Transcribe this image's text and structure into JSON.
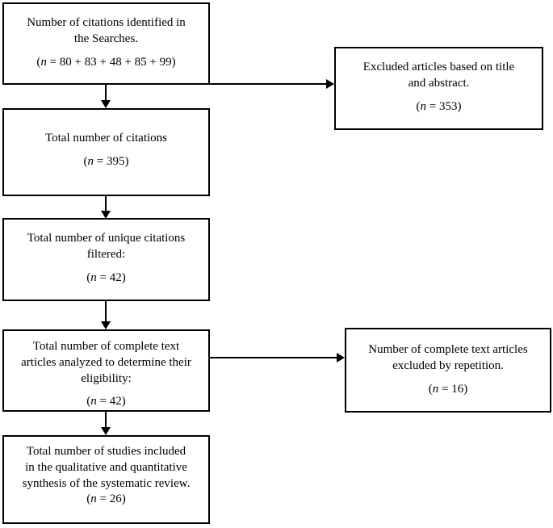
{
  "diagram": {
    "title": "PRISMA study selection flow diagram",
    "type": "flowchart",
    "stroke_color": "#000000",
    "background_color": "#ffffff",
    "boxes": [
      {
        "id": "identified",
        "lines": [
          "Number of citations identified in",
          "the Searches."
        ],
        "count_prefix": "(",
        "count_italic": "n",
        "count_value": " = 80 + 83 + 48 + 85 + 99)"
      },
      {
        "id": "excluded-title-abstract",
        "lines": [
          "Excluded articles based on title",
          "and abstract."
        ],
        "count_prefix": "(",
        "count_italic": "n",
        "count_value": " = 353)"
      },
      {
        "id": "total-citations",
        "lines": [
          "Total number of citations"
        ],
        "count_prefix": "(",
        "count_italic": "n",
        "count_value": " = 395)"
      },
      {
        "id": "unique-citations",
        "lines": [
          "Total number of unique citations",
          "filtered:"
        ],
        "count_prefix": "(",
        "count_italic": "n",
        "count_value": " = 42)"
      },
      {
        "id": "full-text-eligibility",
        "lines": [
          "Total number of complete text",
          "articles analyzed to determine their",
          "eligibility:"
        ],
        "count_prefix": "(",
        "count_italic": "n",
        "count_value": " = 42)"
      },
      {
        "id": "excluded-repetition",
        "lines": [
          "Number of complete text articles",
          "excluded by repetition."
        ],
        "count_prefix": "(",
        "count_italic": "n",
        "count_value": " = 16)"
      },
      {
        "id": "included-studies",
        "lines": [
          "Total number of studies included",
          "in the qualitative and quantitative",
          "synthesis of the systematic review."
        ],
        "count_prefix": "(",
        "count_italic": "n",
        "count_value": " = 26)"
      }
    ],
    "connectors": [
      {
        "id": "identified-to-excluded",
        "direction": "right"
      },
      {
        "id": "identified-to-total",
        "direction": "down"
      },
      {
        "id": "total-to-unique",
        "direction": "down"
      },
      {
        "id": "unique-to-fulltext",
        "direction": "down"
      },
      {
        "id": "fulltext-to-repetition",
        "direction": "right"
      },
      {
        "id": "fulltext-to-included",
        "direction": "down"
      }
    ]
  }
}
